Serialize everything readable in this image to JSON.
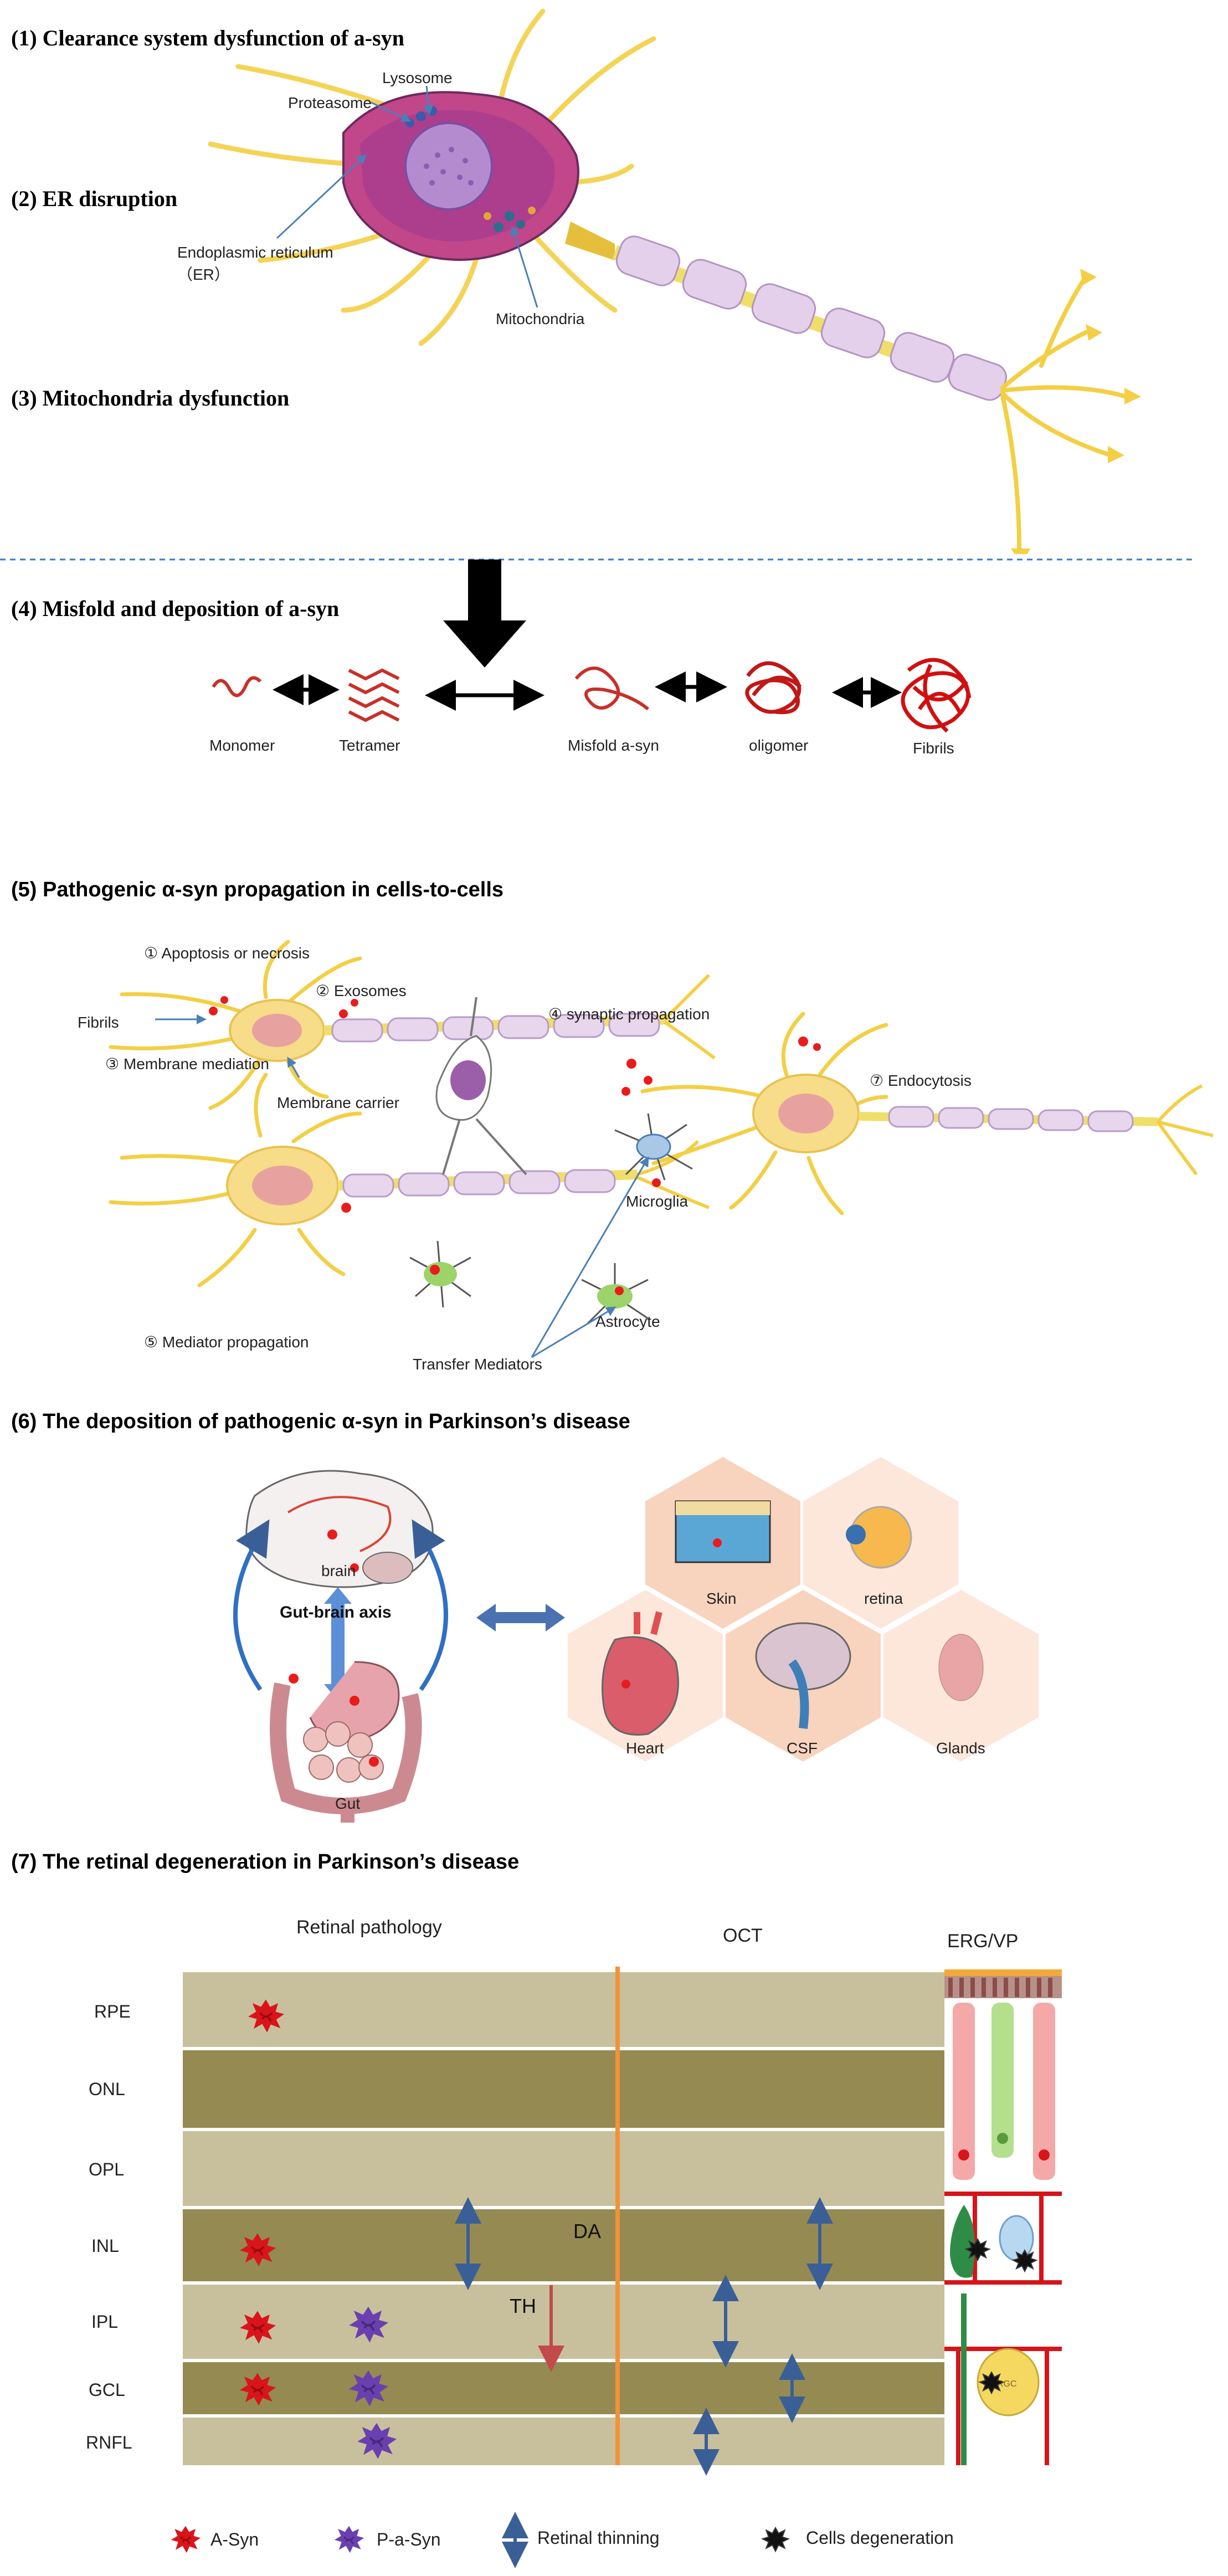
{
  "sections": {
    "s1": "(1) Clearance system dysfunction of a-syn",
    "s2": "(2) ER disruption",
    "s3": "(3) Mitochondria dysfunction",
    "s4": "(4) Misfold and deposition of a-syn",
    "s5": "(5) Pathogenic α-syn propagation in cells-to-cells",
    "s6": "(6) The deposition of pathogenic α-syn in Parkinson’s disease",
    "s7": "(7) The retinal degeneration in Parkinson’s disease"
  },
  "neuron_labels": {
    "lysosome": "Lysosome",
    "proteasome": "Proteasome",
    "er_line1": "Endoplasmic reticulum",
    "er_line2": "（ER）",
    "mitochondria": "Mitochondria"
  },
  "aggregation": [
    "Monomer",
    "Tetramer",
    "Misfold a-syn",
    "oligomer",
    "Fibrils"
  ],
  "propagation_labels": {
    "apoptosis": "① Apoptosis or necrosis",
    "exosomes": "② Exosomes",
    "fibrils": "Fibrils",
    "membrane_mediation": "③ Membrane mediation",
    "synaptic": "④ synaptic propagation",
    "membrane_carrier": "Membrane carrier",
    "endocytosis": "⑦ Endocytosis",
    "microglia": "Microglia",
    "astrocyte": "Astrocyte",
    "mediator": "⑤ Mediator propagation",
    "transfer": "Transfer Mediators"
  },
  "organs": {
    "brain": "brain",
    "gut_brain_axis": "Gut-brain axis",
    "gut": "Gut",
    "skin": "Skin",
    "retina": "retina",
    "heart": "Heart",
    "csf": "CSF",
    "glands": "Glands"
  },
  "retina": {
    "header_pathology": "Retinal pathology",
    "header_oct": "OCT",
    "header_erg": "ERG/VP",
    "layers": [
      "RPE",
      "ONL",
      "OPL",
      "INL",
      "IPL",
      "GCL",
      "RNFL"
    ],
    "marker_da": "DA",
    "marker_th": "TH",
    "rgc": "RGC"
  },
  "legend": {
    "asyn": "A-Syn",
    "pasyn": "P-a-Syn",
    "thinning": "Retinal thinning",
    "degeneration": "Cells degeneration"
  },
  "colors": {
    "light_band": "#c8c09c",
    "dark_band": "#958a52",
    "asyn_red": "#d9141a",
    "pasyn_purple": "#6a3fb0",
    "thinning_blue": "#3a5f96",
    "oct_orange": "#f2923a",
    "th_red": "#c24a4a",
    "dashed_blue": "#3b78c2",
    "hex_orange": "#f8d3bd",
    "hex_light": "#fce7da"
  }
}
